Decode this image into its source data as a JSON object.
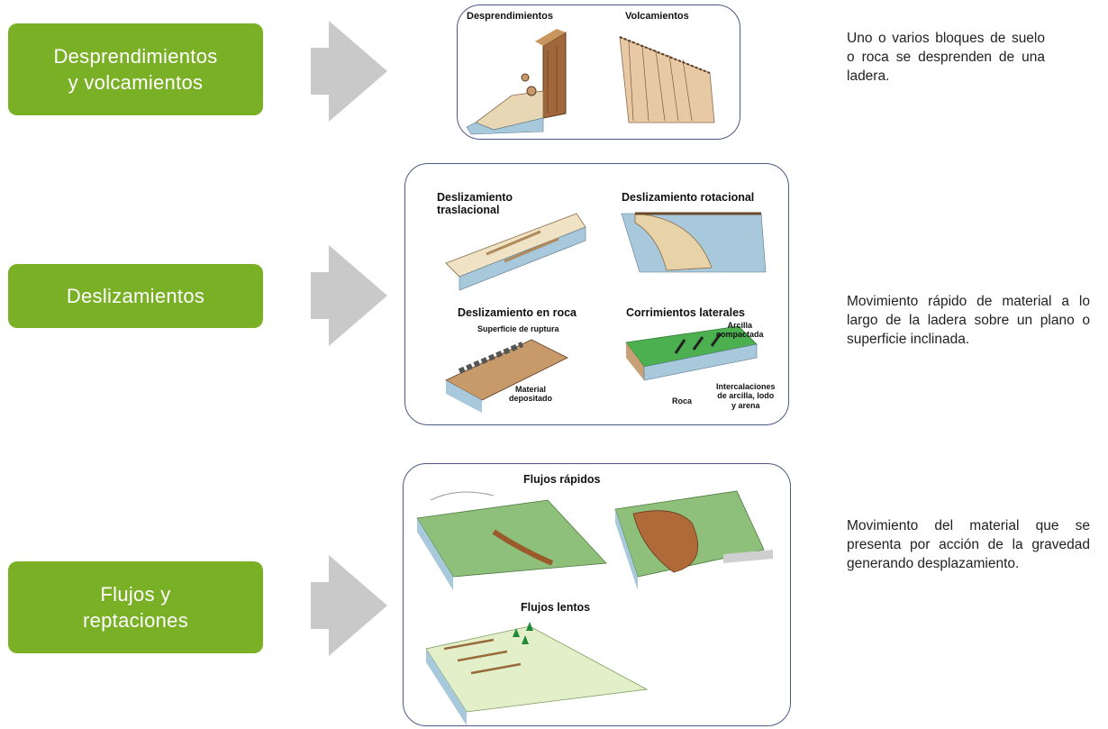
{
  "rows": [
    {
      "label": "Desprendimientos\ny volcamientos",
      "description": "Uno o varios bloques de suelo o roca se desprenden de una ladera.",
      "captions": [
        "Desprendimientos",
        "Volcamientos"
      ]
    },
    {
      "label": "Deslizamientos",
      "description": "Movimiento rápido de material a lo largo de la ladera sobre un plano o superficie inclinada.",
      "captions": [
        "Deslizamiento\ntraslacional",
        "Deslizamiento rotacional",
        "Deslizamiento en roca",
        "Corrimientos laterales"
      ],
      "annotations": [
        "Superficie de ruptura",
        "Material\ndepositado",
        "Arcilla\ncompactada",
        "Intercalaciones\nde arcilla, lodo\ny arena",
        "Roca"
      ]
    },
    {
      "label": "Flujos y\nreptaciones",
      "description": "Movimiento del material que se presenta por acción de la gravedad generando desplazamiento.",
      "captions": [
        "Flujos rápidos",
        "Flujos lentos"
      ]
    }
  ],
  "colors": {
    "label_bg": "#7ab026",
    "arrow": "#c9c9c9",
    "panel_border": "#4a5a85"
  }
}
